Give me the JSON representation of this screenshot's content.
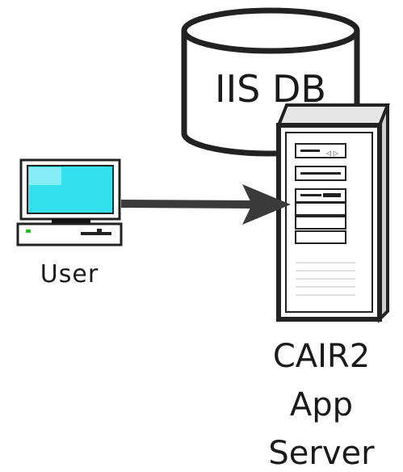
{
  "database": {
    "label": "IIS DB"
  },
  "user": {
    "label": "User"
  },
  "server": {
    "label_lines": [
      "CAIR2",
      "App",
      "Server"
    ]
  },
  "colors": {
    "stroke": "#222222",
    "monitor_screen": "#33e0ee",
    "monitor_screen_highlight": "#c8f8fb",
    "case_fill": "#ffffff",
    "case_shade": "#d8d8d8",
    "power_led": "#22c022",
    "arrow": "#3a3a3a"
  },
  "icons": [
    "database-icon",
    "user-computer-icon",
    "server-tower-icon",
    "connection-arrow"
  ]
}
